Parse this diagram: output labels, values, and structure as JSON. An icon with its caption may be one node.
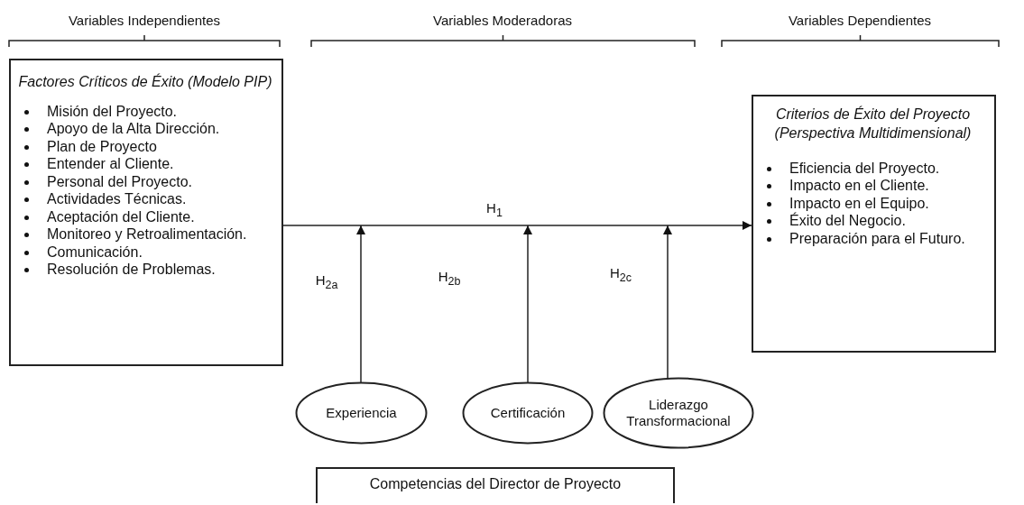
{
  "diagram": {
    "nodes": [
      {
        "text": [
          "Factores Críticos de Éxito (Modelo PIP)",
          "Misión del Proyecto.",
          "Apoyo de la Alta Dirección.",
          "Plan de Proyecto",
          "Entender al Cliente.",
          "Personal del Proyecto.",
          "Actividades Técnicas.",
          "Aceptación del Cliente.",
          "Monitoreo y Retroalimentación.",
          "Comunicación.",
          "Resolución de Problemas."
        ]
      },
      {
        "text": [
          "Criterios de Éxito del Proyecto (Perspectiva Multidimensional)",
          "Eficiencia del Proyecto.",
          "Impacto en el Cliente.",
          "Impacto en el Equipo.",
          "Éxito del Negocio.",
          "Preparación para el Futuro."
        ]
      },
      {
        "text": [
          "Experiencia"
        ]
      },
      {
        "text": [
          "Certificación"
        ]
      },
      {
        "text": [
          "Liderazgo Transformacional"
        ]
      },
      {
        "text": [
          "Competencias del Director de Proyecto"
        ]
      }
    ],
    "edges": [
      {
        "from": 0,
        "to": 1,
        "arrow": "to",
        "label": "H$_{1}$"
      },
      {
        "from": 2,
        "to": null,
        "arrow": "to",
        "label": "H$_{2a}$"
      },
      {
        "from": 3,
        "to": null,
        "arrow": "to",
        "label": "H$_{2b}$"
      },
      {
        "from": 4,
        "to": null,
        "arrow": "to",
        "label": "H$_{2c}$"
      }
    ],
    "labels": [
      "Variables Independientes",
      "Variables Moderadoras",
      "Variables Dependientes"
    ]
  }
}
